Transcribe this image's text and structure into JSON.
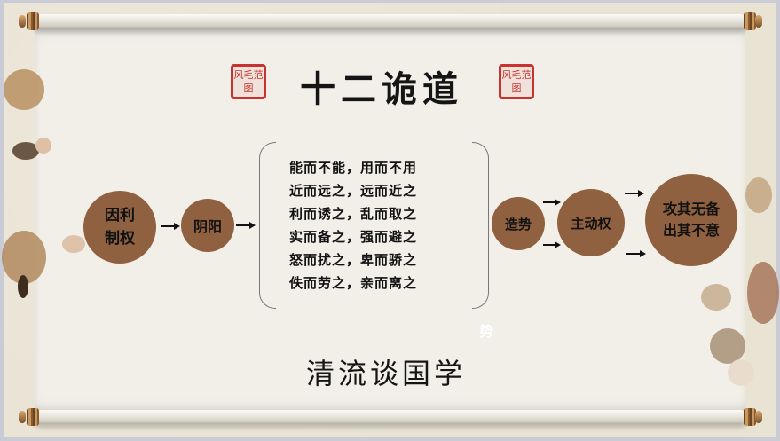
{
  "title": "十二诡道",
  "seal_left": {
    "chars": [
      "风",
      "毛",
      "范",
      "图"
    ]
  },
  "seal_right": {
    "chars": [
      "风",
      "毛",
      "范",
      "图"
    ]
  },
  "flow": {
    "step1": [
      "因利",
      "制权"
    ],
    "step2": "阴阳",
    "verses": [
      "能而不能，用而不用",
      "近而远之，远而近之",
      "利而诱之，乱而取之",
      "实而备之，强而避之",
      "怒而扰之，卑而骄之",
      "佚而劳之，亲而离之"
    ],
    "step3": "造势",
    "step4": "主动权",
    "step5": [
      "攻其无备",
      "出其不意"
    ]
  },
  "ghost_text": "势",
  "footer": "清流谈国学",
  "colors": {
    "circle": "#8f6140",
    "seal": "#c8322f",
    "paper": "#f2efe9"
  }
}
